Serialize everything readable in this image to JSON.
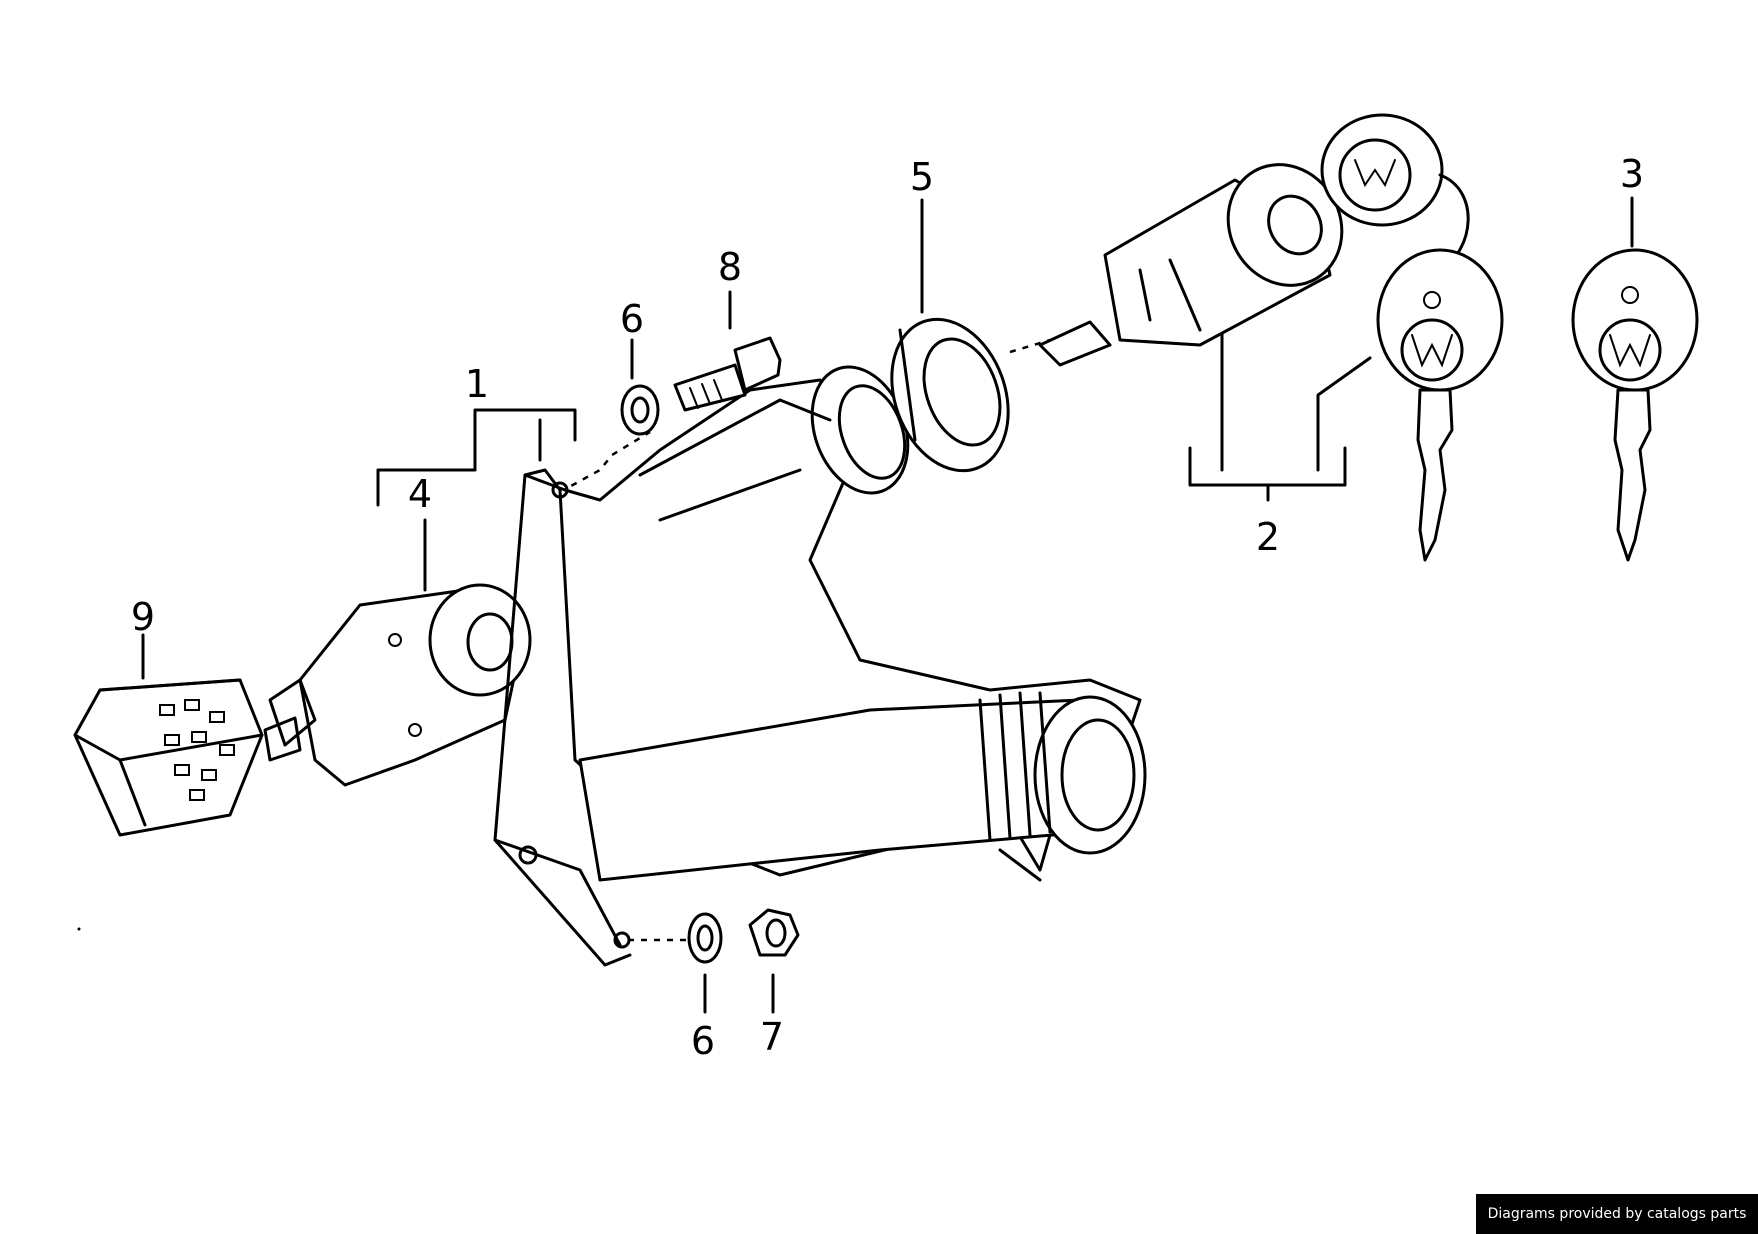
{
  "callouts": {
    "c1": "1",
    "c2": "2",
    "c3": "3",
    "c4": "4",
    "c5": "5",
    "c6a": "6",
    "c6b": "6",
    "c7": "7",
    "c8": "8",
    "c9": "9"
  },
  "credit": "Diagrams provided by catalogs parts"
}
